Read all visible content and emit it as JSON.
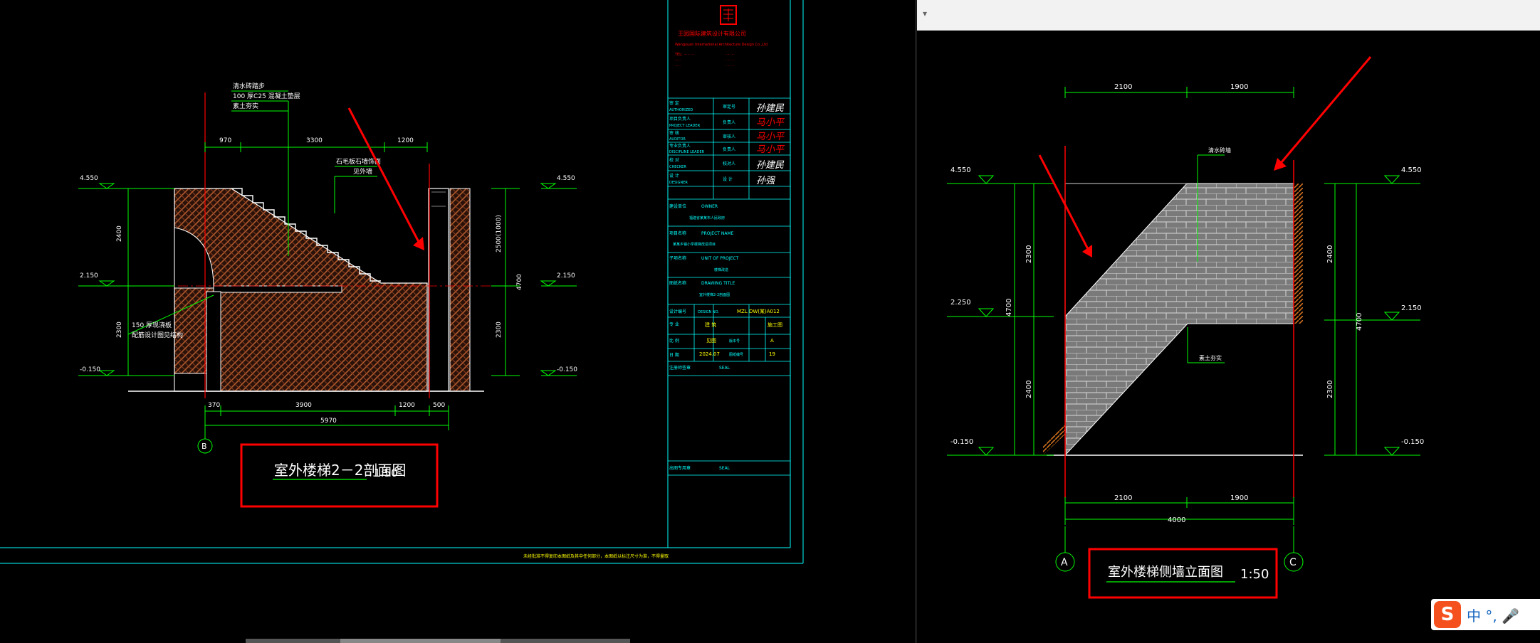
{
  "colors": {
    "dim": "#00ff00",
    "frame": "#00ffff",
    "red": "#ff0000",
    "white": "#ffffff",
    "yellow": "#ffff00",
    "hatch_soil": "#b05a2e",
    "brick_fill": "#808080",
    "axis_blue": "#3b82f6"
  },
  "left_drawing": {
    "levels": {
      "top": "4.550",
      "mid": "2.150",
      "bottom": "-0.150"
    },
    "dims_top": [
      "970",
      "3300",
      "1200"
    ],
    "dims_bottom": [
      "370",
      "3900",
      "1200",
      "500"
    ],
    "total": "5970",
    "vert_left": [
      "2400",
      "2300"
    ],
    "vert_right": [
      "2500(1000)",
      "2300"
    ],
    "vert_right_total": "4700",
    "notes": [
      "清水砖踏步",
      "100 厚C25 混凝土垫层",
      "素土夯实"
    ],
    "wall_note": [
      "石毛板石墙饰面",
      "见外墙"
    ],
    "landing_note": [
      "150 厚现浇板",
      "配筋设计图见结构"
    ],
    "grid_axis": "B",
    "title": "室外楼梯2－2剖面图",
    "scale": "1:50"
  },
  "title_block": {
    "company": "王园国际建筑设计有限公司",
    "company_en": "Wangyuan International Architecture Design Co.,Ltd",
    "rows": [
      {
        "label": "审 定",
        "sub": "AUTHORIZED",
        "role": "审定号",
        "sig": "孙建民"
      },
      {
        "label": "项目负责人",
        "sub": "PROJECT LEADER",
        "role": "负责人",
        "sig": "马小平"
      },
      {
        "label": "审 核",
        "sub": "AUDITOR",
        "role": "审核人",
        "sig": "马小平"
      },
      {
        "label": "专业负责人",
        "sub": "DISCIPLINE LEADER",
        "role": "负责人",
        "sig": "马小平"
      },
      {
        "label": "校 对",
        "sub": "CHECKER",
        "role": "校对人",
        "sig": "孙建民"
      },
      {
        "label": "设 计",
        "sub": "DESIGNER",
        "role": "设 计",
        "sig": "孙强"
      }
    ],
    "owner_label": "建设单位",
    "owner_en": "OWNER",
    "owner": "福建省某某市人民政府",
    "project_label": "项目名称",
    "project_en": "PROJECT NAME",
    "project": "某某乡镇小学楼梯改造项目",
    "unit_label": "子项名称",
    "unit_en": "UNIT OF PROJECT",
    "unit": "楼梯改造",
    "drawing_label": "图纸名称",
    "drawing_en": "DRAWING TITLE",
    "drawing": "室外楼梯2-2剖面图",
    "design_no_label": "设计编号",
    "design_no_en": "DESIGN NO.",
    "design_no": "MZL DW(某)A012",
    "discipline_label": "专 业",
    "discipline": "建 筑",
    "phase": "施工图",
    "scale_label": "比 例",
    "scale": "见图",
    "version_label": "版本号",
    "version": "A",
    "date_label": "日 期",
    "date": "2024.07",
    "sheet_label": "图纸编号",
    "sheet": "19",
    "seal_label": "注册师签章",
    "seal_en": "SEAL",
    "seal2_label": "出图专用章",
    "seal2_en": "SEAL",
    "footer_note": "未经批准不得复印本图纸及其中任何部分，本图纸以标注尺寸为准，不得量取"
  },
  "right_drawing": {
    "levels_left": [
      "4.550",
      "2.250",
      "-0.150"
    ],
    "levels_right": [
      "4.550",
      "2.150",
      "-0.150"
    ],
    "dims_top": [
      "2100",
      "1900"
    ],
    "dims_bottom": [
      "2100",
      "1900"
    ],
    "total": "4000",
    "vert_left": [
      "2300",
      "2400"
    ],
    "vert_left_total": "4700",
    "vert_right": [
      "2400",
      "2300"
    ],
    "vert_right_total": "4700",
    "note_top": "清水砖墙",
    "note_bottom": "素土夯实",
    "grid_left": "A",
    "grid_right": "C",
    "title": "室外楼梯侧墙立面图",
    "scale": "1:50"
  },
  "ime": {
    "logo": "S",
    "text": "中 °, 🎤"
  }
}
